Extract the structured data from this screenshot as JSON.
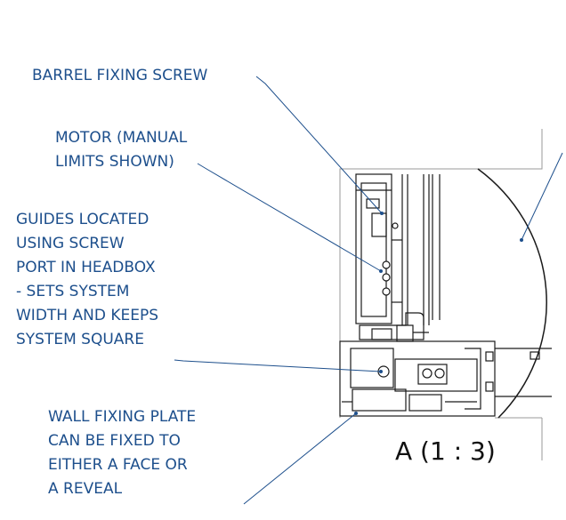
{
  "annotations": {
    "barrel_fixing_screw": "BARREL FIXING SCREW",
    "motor": [
      "MOTOR (MANUAL",
      "LIMITS SHOWN)"
    ],
    "guides": [
      "GUIDES LOCATED",
      "USING SCREW",
      "PORT IN HEADBOX",
      "- SETS SYSTEM",
      "WIDTH AND KEEPS",
      "SYSTEM SQUARE"
    ],
    "wall_fixing_plate": [
      "WALL FIXING PLATE",
      "CAN BE FIXED TO",
      "EITHER A FACE OR",
      "A REVEAL"
    ]
  },
  "detail_label": "A (1 : 3)",
  "colors": {
    "callout_text": "#1d4f8c",
    "drawing_line": "#1a1a1a",
    "leader_line": "#1d4f8c",
    "section_box": "#9a9a9a"
  }
}
